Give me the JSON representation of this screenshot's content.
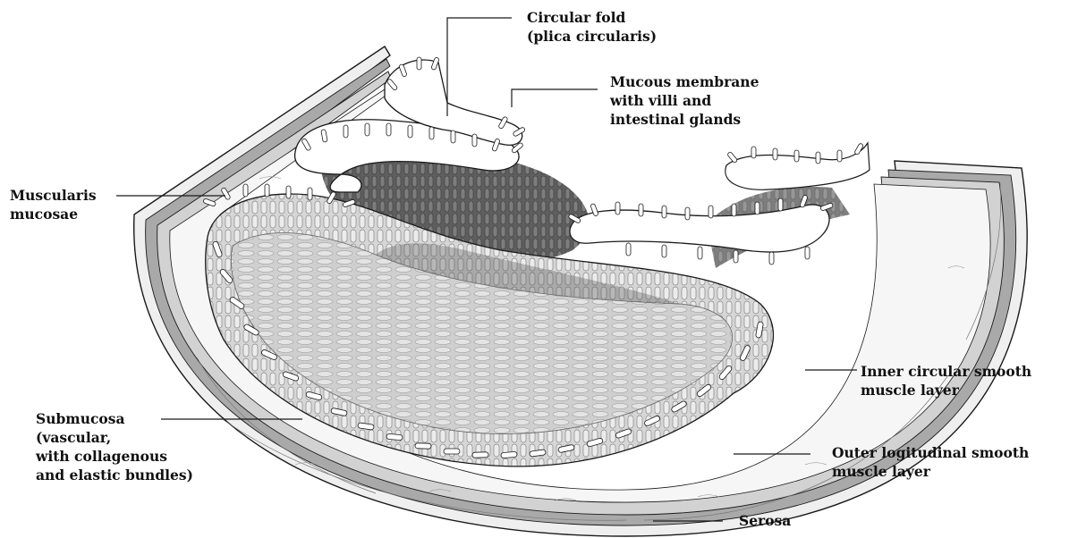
{
  "labels": {
    "circular_fold": [
      "Circular fold",
      "(plica circularis)"
    ],
    "mucous_membrane": [
      "Mucous membrane",
      "with villi and",
      "intestinal glands"
    ],
    "muscularis_mucosae": [
      "Muscularis",
      "mucosae"
    ],
    "submucosa": [
      "Submucosa",
      "(vascular,",
      "with collagenous",
      "and elastic bundles)"
    ],
    "inner_circular": [
      "Inner circular smooth",
      "muscle layer"
    ],
    "outer_longitudinal": [
      "Outer logitudinal smooth",
      "muscle layer"
    ],
    "serosa": [
      "Serosa"
    ]
  },
  "colors": {
    "ink": "#1a1a1a",
    "serosa": "#f2f2f2",
    "outer_muscle": "#a9a9a9",
    "inner_muscle": "#cfcfcf",
    "submucosa": "#f6f6f6",
    "mucosa_light": "#d8d8d8",
    "mucosa_dark": "#5a5a5a"
  }
}
